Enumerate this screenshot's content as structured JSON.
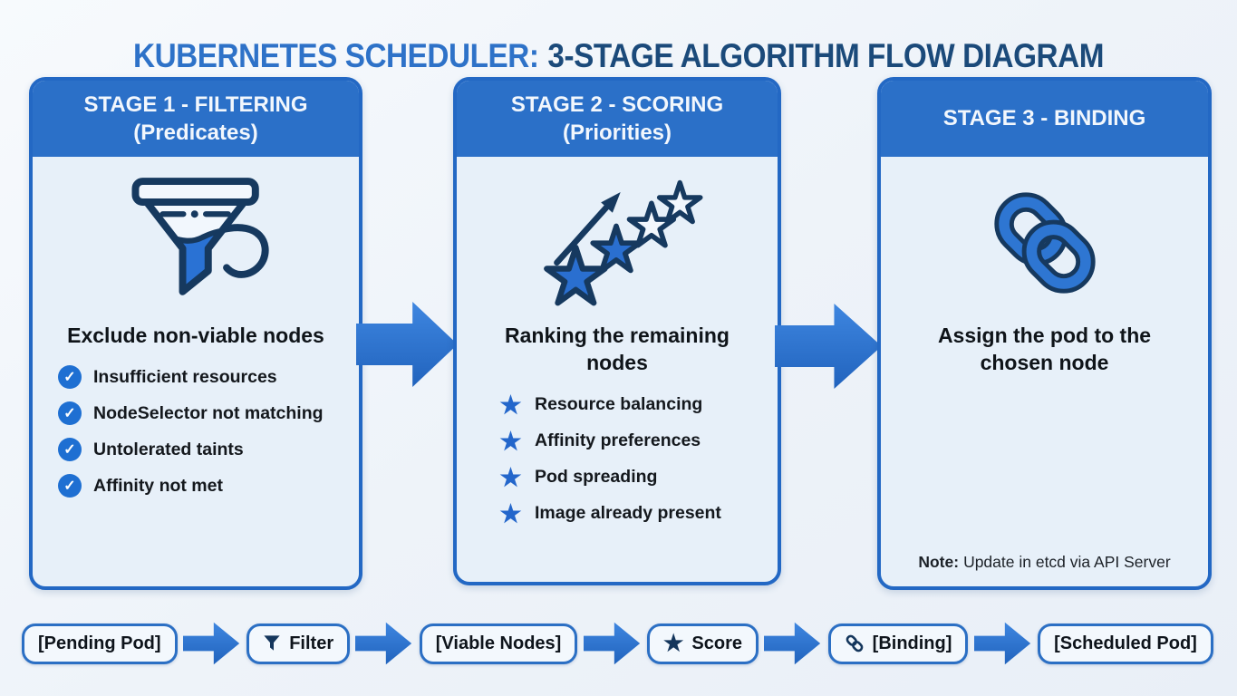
{
  "title": {
    "part1": "KUBERNETES SCHEDULER:",
    "part2": "3-STAGE ALGORITHM FLOW DIAGRAM"
  },
  "stages": [
    {
      "header_line1": "STAGE 1 - FILTERING",
      "header_line2": "(Predicates)",
      "icon": "funnel-icon",
      "heading": "Exclude non-viable nodes",
      "bullet_icon": "check-circle-icon",
      "items": [
        "Insufficient resources",
        "NodeSelector not matching",
        "Untolerated taints",
        "Affinity not met"
      ]
    },
    {
      "header_line1": "STAGE 2 - SCORING",
      "header_line2": "(Priorities)",
      "icon": "rising-stars-icon",
      "heading": "Ranking the remaining nodes",
      "bullet_icon": "star-icon",
      "items": [
        "Resource balancing",
        "Affinity preferences",
        "Pod spreading",
        "Image already present"
      ]
    },
    {
      "header_line1": "STAGE 3 - BINDING",
      "header_line2": "",
      "icon": "chain-link-icon",
      "heading": "Assign the pod to the chosen node",
      "note_label": "Note:",
      "note_text": "Update in etcd via API Server"
    }
  ],
  "flow": {
    "steps": [
      {
        "label": "[Pending Pod]",
        "icon": ""
      },
      {
        "label": "Filter",
        "icon": "funnel-icon"
      },
      {
        "label": "[Viable Nodes]",
        "icon": ""
      },
      {
        "label": "Score",
        "icon": "star-icon"
      },
      {
        "label": "[Binding]",
        "icon": "link-icon"
      },
      {
        "label": "[Scheduled Pod]",
        "icon": ""
      }
    ]
  },
  "glyphs": {
    "check": "✓",
    "star": "★"
  },
  "colors": {
    "accent_blue": "#2b70c8",
    "card_border": "#2368c4",
    "card_body_bg": "#e7f0f9",
    "icon_navy": "#16395f",
    "icon_blue_fill": "#2a72d4",
    "title_blue": "#2e72c8",
    "title_navy": "#1b4a7a",
    "check_circle": "#1e6fd2",
    "pill_bg": "#f3f8fd",
    "text_dark": "#14181d"
  }
}
